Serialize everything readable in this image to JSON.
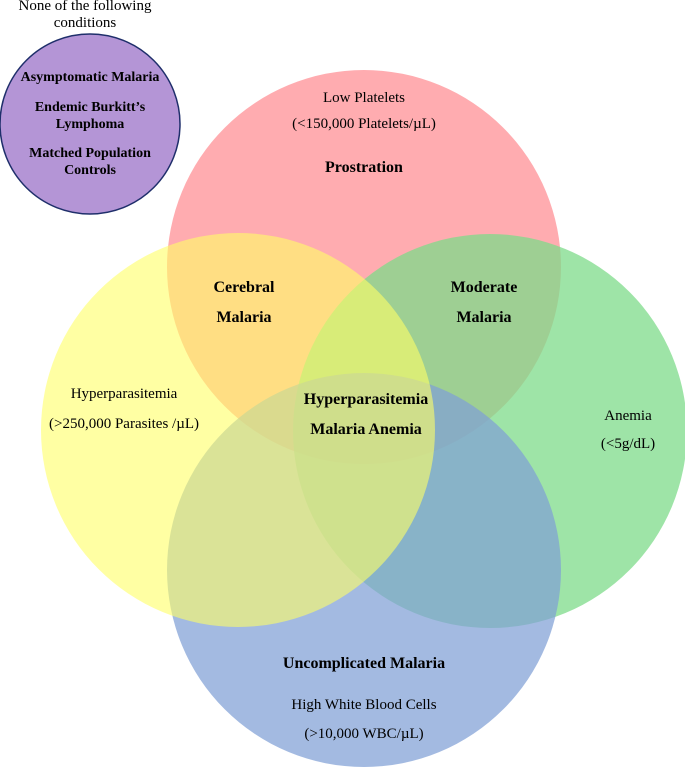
{
  "legend": {
    "title_line1": "None of the following",
    "title_line2": "conditions",
    "color": "#B495D6",
    "items": [
      {
        "line1": "Asymptomatic Malaria",
        "line2": ""
      },
      {
        "line1": "Endemic Burkitt’s",
        "line2": "Lymphoma"
      },
      {
        "line1": "Matched Population",
        "line2": "Controls"
      }
    ]
  },
  "sets": {
    "platelets": {
      "label": "Low Platelets",
      "threshold": "(<150,000 Platelets/µL)",
      "color": "#FF9DA2"
    },
    "parasites": {
      "label": "Hyperparasitemia",
      "threshold": "(>250,000 Parasites /µL)",
      "color": "#FFFF66"
    },
    "anemia": {
      "label": "Anemia",
      "threshold": "(<5g/dL)",
      "color": "#7EDB8A"
    },
    "wbc": {
      "label": "High White Blood Cells",
      "threshold": "(>10,000 WBC/µL)",
      "color": "#7F9FD6"
    }
  },
  "regions": {
    "prostration": "Prostration",
    "cerebral_line1": "Cerebral",
    "cerebral_line2": "Malaria",
    "moderate_line1": "Moderate",
    "moderate_line2": "Malaria",
    "center_line1": "Hyperparasitemia",
    "center_line2": "Malaria Anemia",
    "uncomplicated": "Uncomplicated Malaria"
  }
}
